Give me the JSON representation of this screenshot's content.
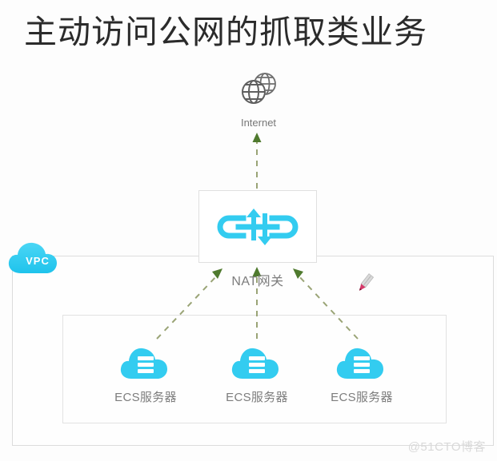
{
  "page": {
    "title": "主动访问公网的抓取类业务",
    "background_color": "#fdfdfd",
    "watermark": "@51CTO博客"
  },
  "palette": {
    "cyan": "#33ccf0",
    "cyan_dark": "#16b9e8",
    "border_gray": "#dcdcdc",
    "label_gray": "#7d7d7d",
    "title_gray": "#2b2b2b",
    "arrow_green": "#5b7a36",
    "dash_olive": "#9aa476",
    "watermark_gray": "#d9d9d9"
  },
  "nodes": {
    "internet": {
      "label": "Internet",
      "icon": "globe-icon"
    },
    "nat_gateway": {
      "label": "NAT网关",
      "icon": "nat-gateway-icon"
    },
    "vpc": {
      "label": "VPC",
      "icon": "cloud-icon"
    },
    "servers": [
      {
        "label": "ECS服务器",
        "icon": "ecs-server-cloud-icon"
      },
      {
        "label": "ECS服务器",
        "icon": "ecs-server-cloud-icon"
      },
      {
        "label": "ECS服务器",
        "icon": "ecs-server-cloud-icon"
      }
    ]
  },
  "connections": [
    {
      "from": "nat_gateway",
      "to": "internet",
      "style": "dashed",
      "arrow": "up"
    },
    {
      "from": "server_1",
      "to": "nat_gateway",
      "style": "dashed",
      "arrow": "up-right"
    },
    {
      "from": "server_2",
      "to": "nat_gateway",
      "style": "dashed",
      "arrow": "up"
    },
    {
      "from": "server_3",
      "to": "nat_gateway",
      "style": "dashed",
      "arrow": "up-left"
    }
  ],
  "cursor": {
    "type": "pencil-cursor"
  }
}
